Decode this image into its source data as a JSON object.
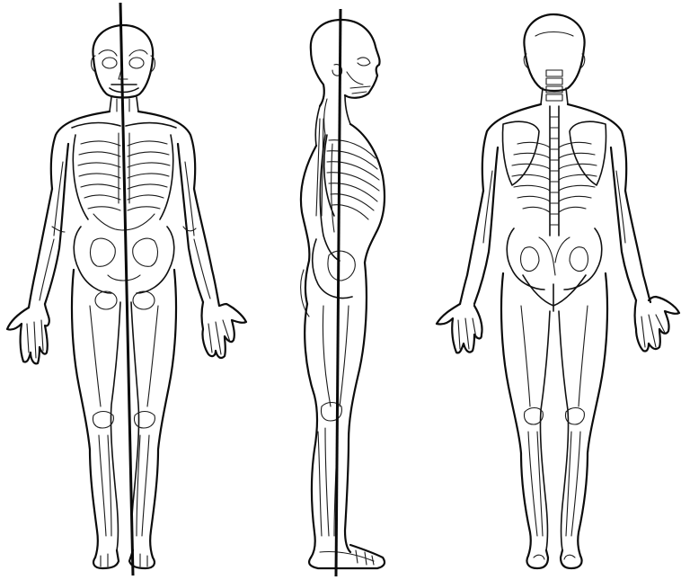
{
  "figures": [
    {
      "view": "anterior",
      "skeleton_overlay": true,
      "plumb_line": true
    },
    {
      "view": "lateral",
      "skeleton_overlay": true,
      "plumb_line": true
    },
    {
      "view": "posterior",
      "skeleton_overlay": true,
      "plumb_line": false
    }
  ],
  "colors": {
    "background": "#ffffff",
    "ink": "#111111"
  }
}
